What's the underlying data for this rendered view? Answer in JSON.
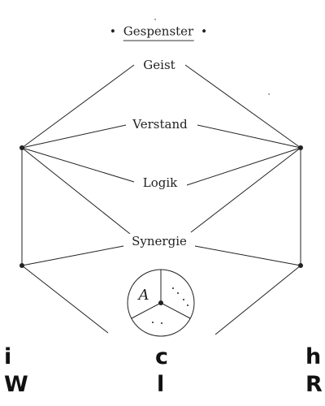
{
  "diagram": {
    "title": "Gespenster",
    "title_bullet": "•",
    "nodes": {
      "geist": "Geist",
      "verstand": "Verstand",
      "logik": "Logik",
      "synergie": "Synergie"
    },
    "circle_sector_label": "A",
    "corner_letters": {
      "top_left": "i",
      "bottom_left": "W",
      "top_center": "c",
      "bottom_center": "l",
      "top_right": "h",
      "bottom_right": "R"
    },
    "stroke_color": "#222222"
  }
}
